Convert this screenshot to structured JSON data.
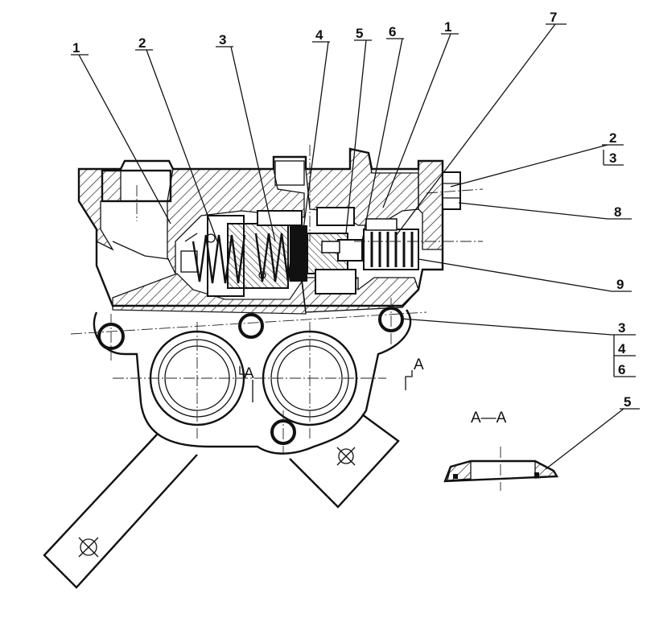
{
  "callouts": {
    "c1_left": "1",
    "c2_top": "2",
    "c3_top": "3",
    "c4_top": "4",
    "c5_top": "5",
    "c6_top": "6",
    "c1_right": "1",
    "c7": "7",
    "c2_right": "2",
    "c3_box": "3",
    "c8": "8",
    "c9": "9",
    "c3_lower": "3",
    "c4_lower": "4",
    "c6_lower": "6",
    "c5_section": "5"
  },
  "section": {
    "marker_left": "A",
    "marker_right": "A",
    "title": "A—A"
  }
}
